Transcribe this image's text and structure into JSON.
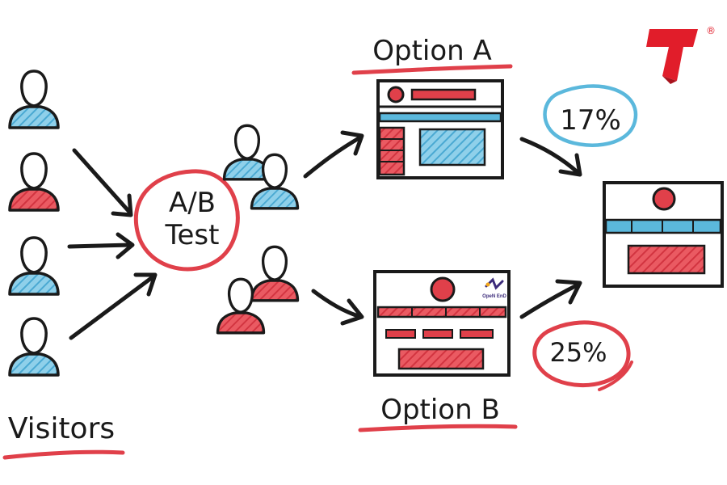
{
  "colors": {
    "ink": "#1a1a1a",
    "red": "#e0404a",
    "blue": "#5bb8dc",
    "brand_red": "#e11d2a"
  },
  "labels": {
    "visitors": "Visitors",
    "ab_line1": "A/B",
    "ab_line2": "Test",
    "option_a": "Option A",
    "option_b": "Option B",
    "pct_a": "17%",
    "pct_b": "25%",
    "mini_logo": "OpeN EnD"
  },
  "icons": {
    "brand": "brand-t-logo",
    "registered": "®"
  },
  "visitors": [
    {
      "shirt": "blue"
    },
    {
      "shirt": "red"
    },
    {
      "shirt": "blue"
    },
    {
      "shirt": "blue"
    }
  ],
  "group_a": [
    "blue",
    "blue"
  ],
  "group_b": [
    "red",
    "red"
  ]
}
